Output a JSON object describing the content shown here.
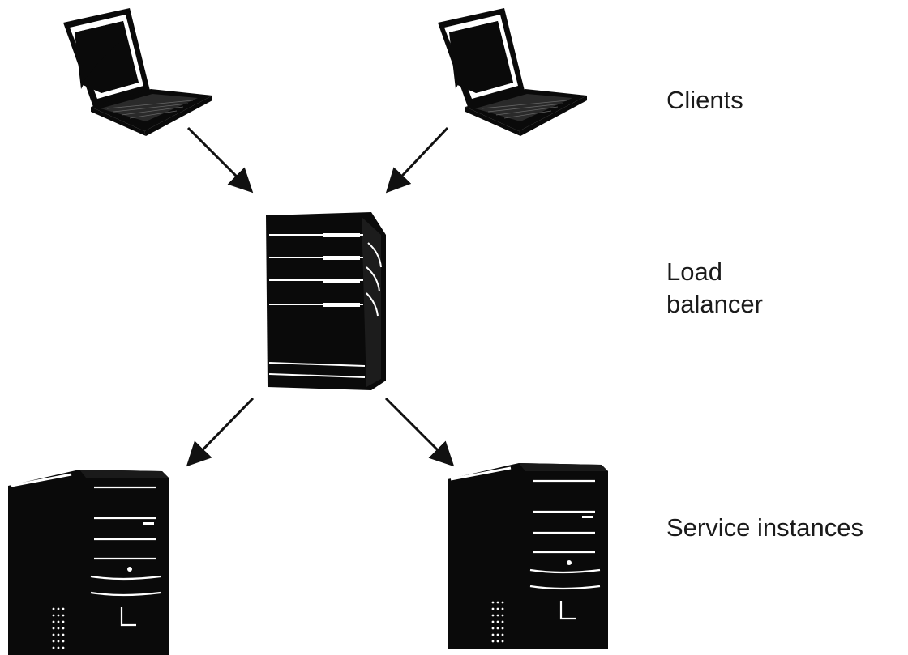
{
  "labels": {
    "clients": "Clients",
    "load_balancer": "Load\nbalancer",
    "service_instances": "Service instances"
  },
  "colors": {
    "device": "#0a0a0a",
    "highlight": "#ffffff",
    "arrow": "#111111",
    "text": "#1a1a1a"
  },
  "icons": {
    "client": "laptop-icon",
    "load_balancer": "server-rack-icon",
    "service": "desktop-tower-icon"
  }
}
